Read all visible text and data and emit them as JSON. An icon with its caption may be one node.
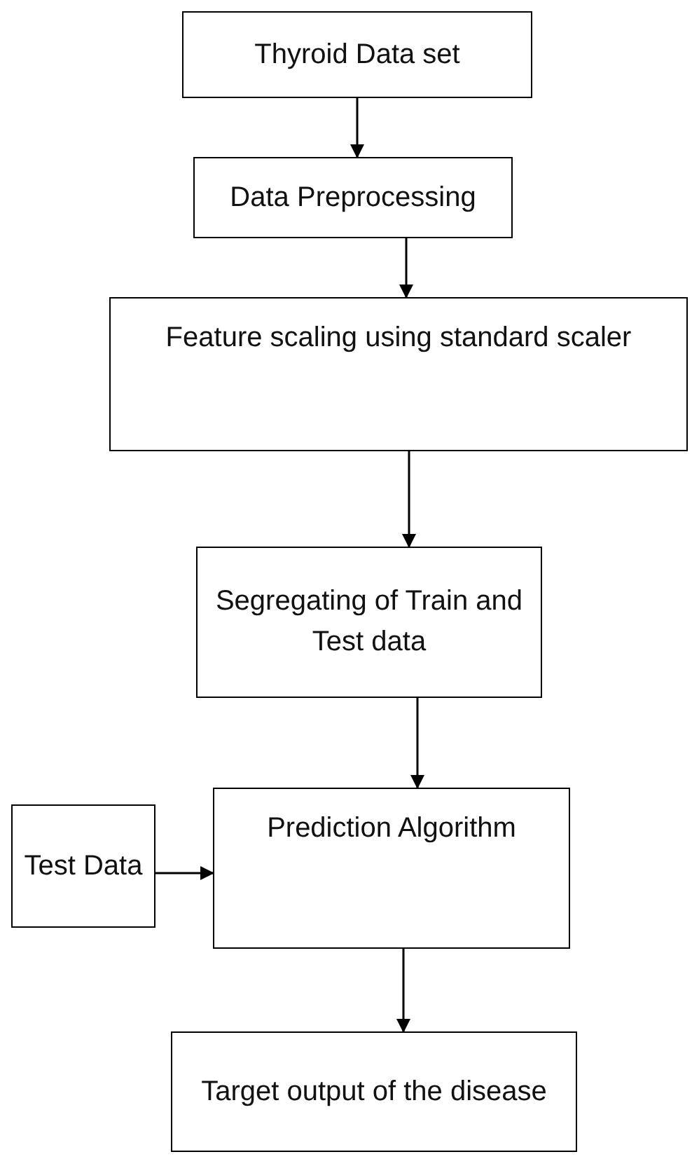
{
  "diagram": {
    "nodes": [
      {
        "text": [
          "Thyroid Data set"
        ]
      },
      {
        "text": [
          "Data Preprocessing"
        ]
      },
      {
        "text": [
          "Feature scaling using standard scaler"
        ]
      },
      {
        "text": [
          "Segregating of Train and Test data"
        ]
      },
      {
        "text": [
          "Test Data"
        ]
      },
      {
        "text": [
          "Prediction Algorithm"
        ]
      },
      {
        "text": [
          "Target output of the disease"
        ]
      }
    ],
    "edges": [
      {
        "from": 0,
        "to": 1,
        "arrow": "to"
      },
      {
        "from": 1,
        "to": 2,
        "arrow": "to"
      },
      {
        "from": 2,
        "to": 3,
        "arrow": "to"
      },
      {
        "from": 3,
        "to": 5,
        "arrow": "to"
      },
      {
        "from": 4,
        "to": 5,
        "arrow": "to"
      },
      {
        "from": 5,
        "to": 6,
        "arrow": "to"
      }
    ]
  }
}
